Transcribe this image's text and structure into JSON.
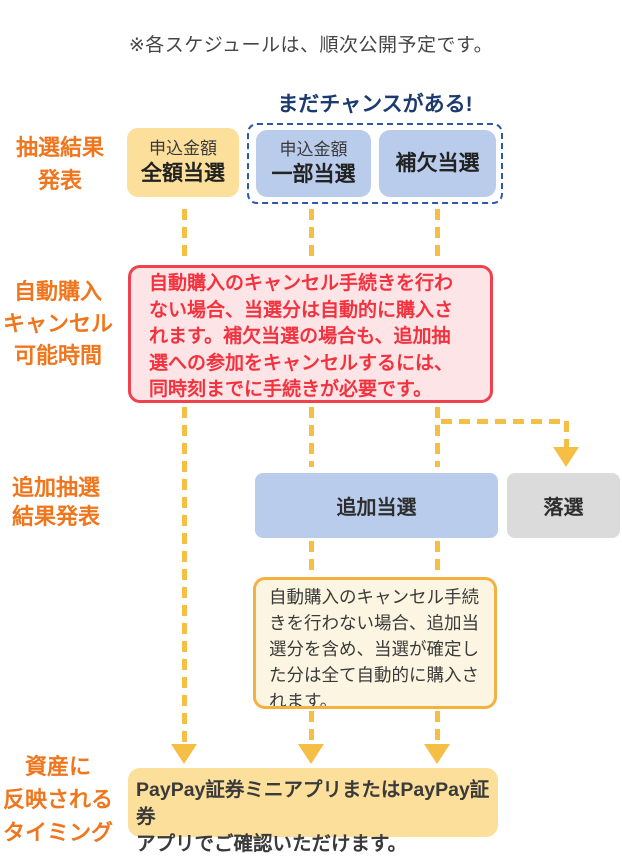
{
  "colors": {
    "orange_label": "#F0761D",
    "navy_heading": "#1B3A70",
    "dashed_border_blue": "#2B59A8",
    "yellow_box_fill": "#FBDF9A",
    "blue_box_fill": "#B9CCEB",
    "gray_box_fill": "#DBDBDB",
    "alert_border_red": "#F0414E",
    "alert_fill_pink": "#FDE4E6",
    "alert_text_red": "#F2333F",
    "note_border_orange": "#F3B13F",
    "note_fill_cream": "#FCF5E2",
    "arrow_yellow": "#F5BE45",
    "body_text": "#333333"
  },
  "top_note": "※各スケジュールは、順次公開予定です。",
  "banner": {
    "text": "まだチャンスがある!"
  },
  "section_lottery": {
    "label_lines": [
      "抽選結果",
      "発表"
    ],
    "full_win": {
      "sub": "申込金額",
      "main": "全額当選"
    },
    "partial_win": {
      "sub": "申込金額",
      "main": "一部当選"
    },
    "waitlist_win": {
      "main": "補欠当選"
    }
  },
  "section_cancel": {
    "label_lines": [
      "自動購入",
      "キャンセル",
      "可能時間"
    ],
    "notice_lines": [
      "自動購入のキャンセル手続きを行わ",
      "ない場合、当選分は自動的に購入さ",
      "れます。補欠当選の場合も、追加抽",
      "選への参加をキャンセルするには、",
      "同時刻までに手続きが必要です。"
    ]
  },
  "section_additional": {
    "label_lines": [
      "追加抽選",
      "結果発表"
    ],
    "additional_win": "追加当選",
    "rejected": "落選",
    "note_lines": [
      "自動購入のキャンセル手続",
      "きを行わない場合、追加当",
      "選分を含め、当選が確定し",
      "た分は全て自動的に購入さ",
      "れます。"
    ]
  },
  "section_assets": {
    "label_lines": [
      "資産に",
      "反映される",
      "タイミング"
    ],
    "confirm_lines": [
      "PayPay証券ミニアプリまたはPayPay証券",
      "アプリでご確認いただけます。"
    ]
  }
}
